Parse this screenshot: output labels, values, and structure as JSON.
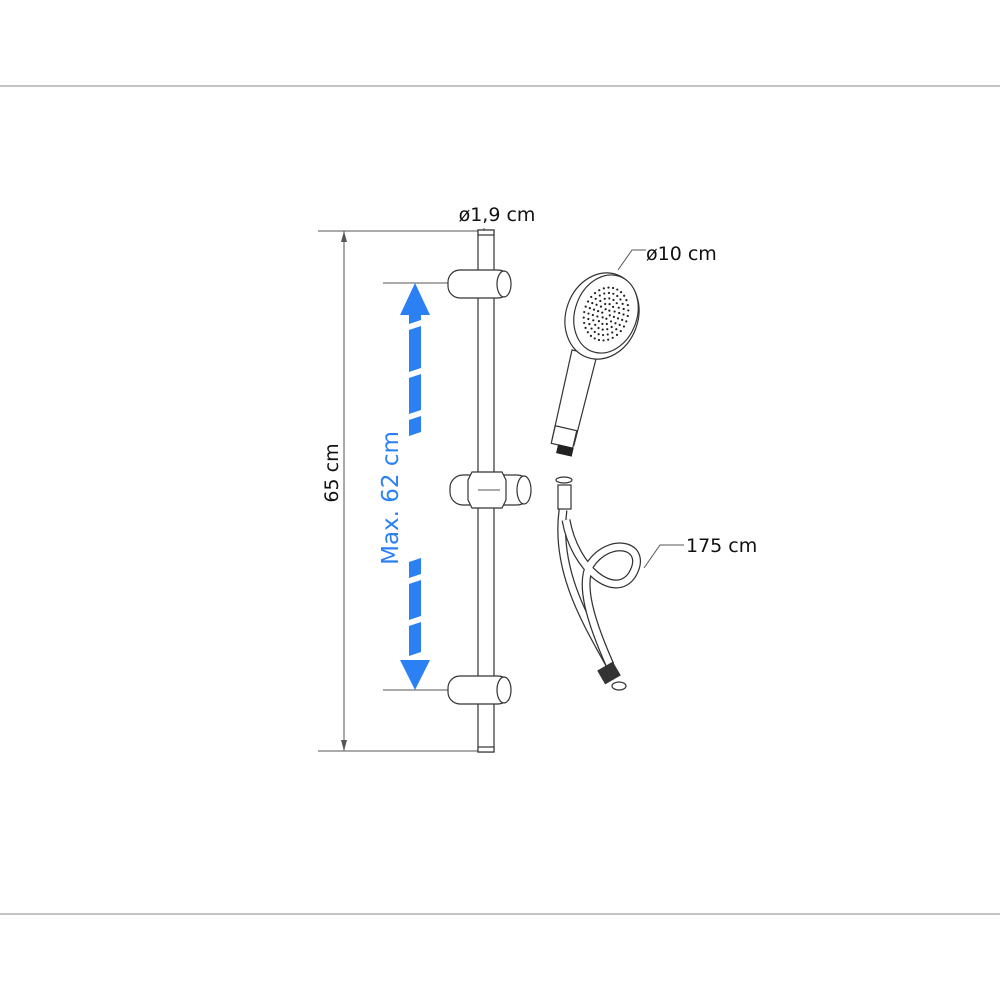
{
  "labels": {
    "rail_diameter": "ø1,9 cm",
    "head_diameter": "ø10 cm",
    "hose_length": "175 cm",
    "total_height": "65 cm",
    "adjust_range": "Max. 62 cm"
  },
  "colors": {
    "accent": "#2b80f4",
    "line": "#333333"
  }
}
